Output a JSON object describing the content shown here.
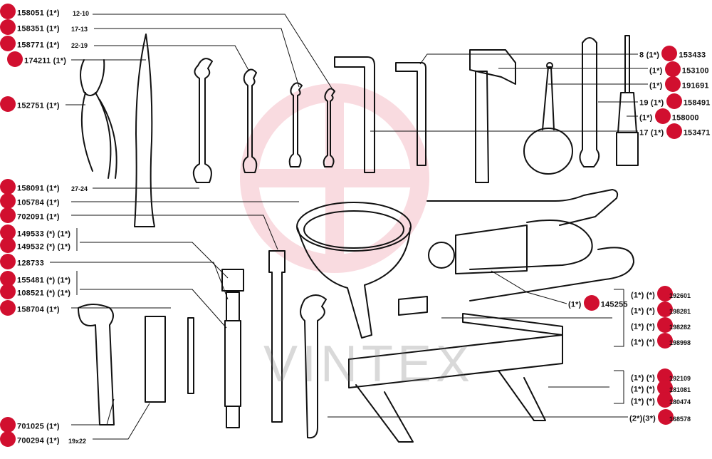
{
  "left_labels": [
    {
      "ref": "158051",
      "qty": "(1*)",
      "size": "12-10"
    },
    {
      "ref": "158351",
      "qty": "(1*)",
      "size": "17-13"
    },
    {
      "ref": "158771",
      "qty": "(1*)",
      "size": "22-19"
    },
    {
      "ref": "174211",
      "qty": "(1*)"
    },
    {
      "ref": "152751",
      "qty": "(1*)"
    },
    {
      "ref": "158091",
      "qty": "(1*)",
      "size": "27-24"
    },
    {
      "ref": "105784",
      "qty": "(1*)"
    },
    {
      "ref": "702091",
      "qty": "(1*)"
    },
    {
      "ref": "149533",
      "qty": "(*) (1*)"
    },
    {
      "ref": "149532",
      "qty": "(*) (1*)"
    },
    {
      "ref": "128733",
      "qty": ""
    },
    {
      "ref": "155481",
      "qty": "(*) (1*)"
    },
    {
      "ref": "108521",
      "qty": "(*) (1*)"
    },
    {
      "ref": "158704",
      "qty": "(1*)"
    },
    {
      "ref": "701025",
      "qty": "(1*)"
    },
    {
      "ref": "700294",
      "qty": "(1*)",
      "size": "19x22"
    }
  ],
  "right_labels": [
    {
      "qty": "8 (1*)",
      "ref": "153433"
    },
    {
      "qty": "(1*)",
      "ref": "153100"
    },
    {
      "qty": "(1*)",
      "ref": "191691"
    },
    {
      "qty": "19 (1*)",
      "ref": "158491"
    },
    {
      "qty": "(1*)",
      "ref": "158000"
    },
    {
      "qty": "17 (1*)",
      "ref": "153471"
    },
    {
      "qty": "(1*)",
      "ref": "145255"
    },
    {
      "qty": "(1*) (*)",
      "ref": "192601"
    },
    {
      "qty": "(1*) (*)",
      "ref": "198281"
    },
    {
      "qty": "(1*) (*)",
      "ref": "198282"
    },
    {
      "qty": "(1*) (*)",
      "ref": "198998"
    },
    {
      "qty": "(1*) (*)",
      "ref": "192109"
    },
    {
      "qty": "(1*) (*)",
      "ref": "181081"
    },
    {
      "qty": "(1*) (*)",
      "ref": "180474"
    },
    {
      "qty": "(2*)(3*)",
      "ref": "168578"
    }
  ],
  "watermark": "VINTEX",
  "colors": {
    "dot": "#d10f2f",
    "line": "#111111",
    "logo": "#f4b6bf"
  }
}
